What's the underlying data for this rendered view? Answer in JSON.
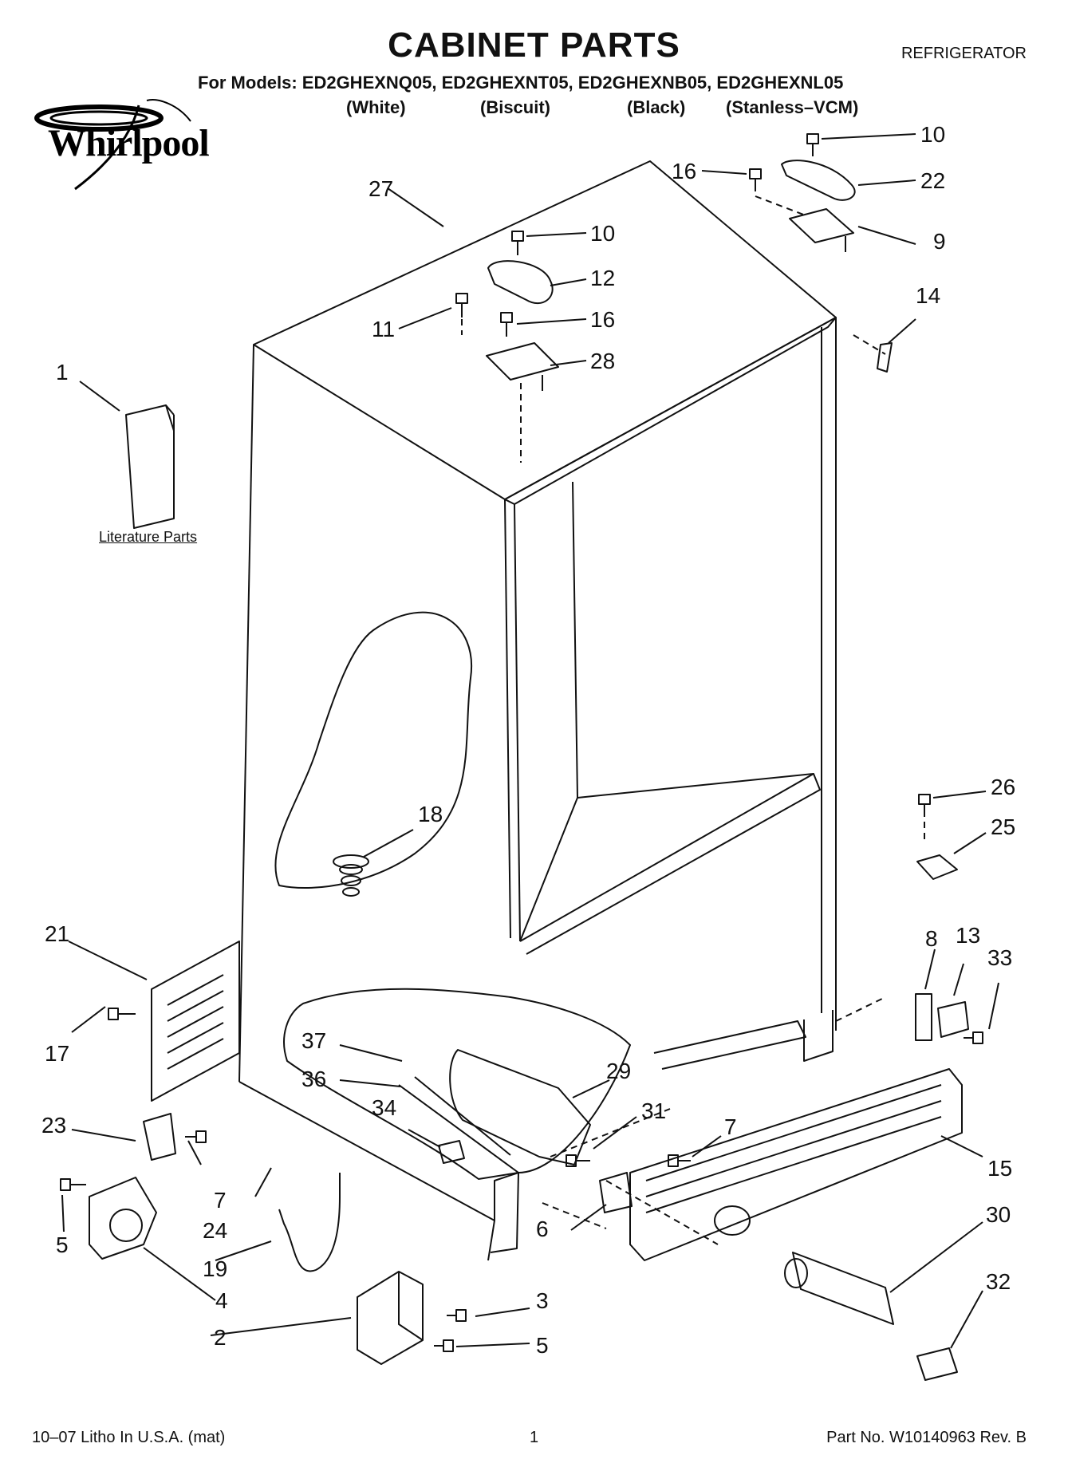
{
  "header": {
    "title": "CABINET PARTS",
    "appliance": "REFRIGERATOR",
    "models_line": "For Models: ED2GHEXNQ05, ED2GHEXNT05, ED2GHEXNB05, ED2GHEXNL05",
    "colors": [
      "(White)",
      "(Biscuit)",
      "(Black)",
      "(Stanless–VCM)"
    ]
  },
  "logo": {
    "brand": "Whirlpool"
  },
  "literature_label": "Literature Parts",
  "callouts": [
    {
      "id": "c1",
      "text": "1"
    },
    {
      "id": "c2",
      "text": "2"
    },
    {
      "id": "c3",
      "text": "3"
    },
    {
      "id": "c4",
      "text": "4"
    },
    {
      "id": "c5a",
      "text": "5"
    },
    {
      "id": "c5b",
      "text": "5"
    },
    {
      "id": "c6",
      "text": "6"
    },
    {
      "id": "c7a",
      "text": "7"
    },
    {
      "id": "c7b",
      "text": "7"
    },
    {
      "id": "c8",
      "text": "8"
    },
    {
      "id": "c9",
      "text": "9"
    },
    {
      "id": "c10a",
      "text": "10"
    },
    {
      "id": "c10b",
      "text": "10"
    },
    {
      "id": "c11",
      "text": "11"
    },
    {
      "id": "c12",
      "text": "12"
    },
    {
      "id": "c13",
      "text": "13"
    },
    {
      "id": "c14",
      "text": "14"
    },
    {
      "id": "c15",
      "text": "15"
    },
    {
      "id": "c16a",
      "text": "16"
    },
    {
      "id": "c16b",
      "text": "16"
    },
    {
      "id": "c17",
      "text": "17"
    },
    {
      "id": "c18",
      "text": "18"
    },
    {
      "id": "c19",
      "text": "19"
    },
    {
      "id": "c21",
      "text": "21"
    },
    {
      "id": "c22",
      "text": "22"
    },
    {
      "id": "c23",
      "text": "23"
    },
    {
      "id": "c24",
      "text": "24"
    },
    {
      "id": "c25",
      "text": "25"
    },
    {
      "id": "c26",
      "text": "26"
    },
    {
      "id": "c27",
      "text": "27"
    },
    {
      "id": "c28",
      "text": "28"
    },
    {
      "id": "c29",
      "text": "29"
    },
    {
      "id": "c30",
      "text": "30"
    },
    {
      "id": "c31",
      "text": "31"
    },
    {
      "id": "c32",
      "text": "32"
    },
    {
      "id": "c33",
      "text": "33"
    },
    {
      "id": "c34",
      "text": "34"
    },
    {
      "id": "c36",
      "text": "36"
    },
    {
      "id": "c37",
      "text": "37"
    }
  ],
  "footer": {
    "print_info": "10–07 Litho In U.S.A. (mat)",
    "page_number": "1",
    "part_number": "Part No. W10140963 Rev. B"
  }
}
